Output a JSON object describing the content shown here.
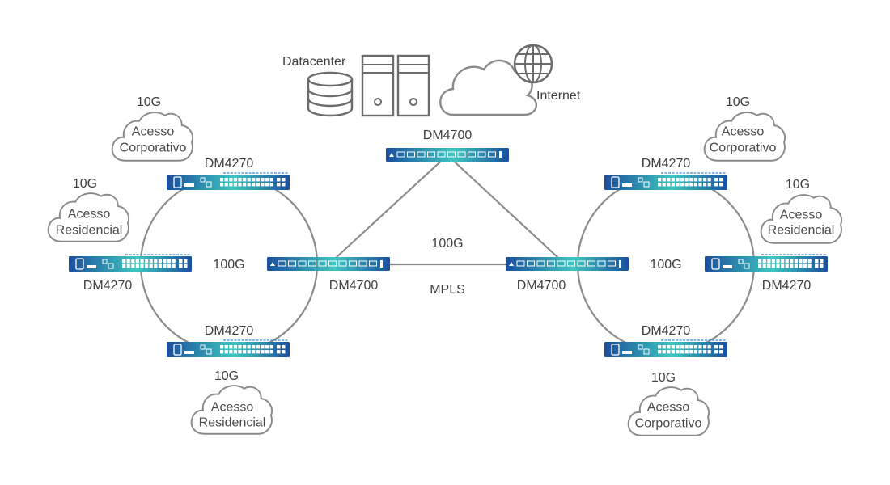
{
  "labels": {
    "datacenter": "Datacenter",
    "internet": "Internet",
    "core_top": "DM4700",
    "core_left": "DM4700",
    "core_right": "DM4700",
    "core_link_speed": "100G",
    "core_link_proto": "MPLS",
    "ring_left_speed": "100G",
    "ring_right_speed": "100G",
    "left_top_switch": "DM4270",
    "left_mid_switch": "DM4270",
    "left_bot_switch": "DM4270",
    "right_top_switch": "DM4270",
    "right_mid_switch": "DM4270",
    "right_bot_switch": "DM4270"
  },
  "clouds": {
    "left_top": {
      "speed": "10G",
      "line1": "Acesso",
      "line2": "Corporativo"
    },
    "left_mid": {
      "speed": "10G",
      "line1": "Acesso",
      "line2": "Residencial"
    },
    "left_bot": {
      "speed": "10G",
      "line1": "Acesso",
      "line2": "Residencial"
    },
    "right_top": {
      "speed": "10G",
      "line1": "Acesso",
      "line2": "Corporativo"
    },
    "right_mid": {
      "speed": "10G",
      "line1": "Acesso",
      "line2": "Residencial"
    },
    "right_bot": {
      "speed": "10G",
      "line1": "Acesso",
      "line2": "Corporativo"
    }
  },
  "icons": {
    "datacenter": "database-icon",
    "servers": "server-tower-icon",
    "internet": "cloud-globe-icon",
    "switch": "network-switch-icon"
  },
  "colors": {
    "switch_dark": "#1b4f9c",
    "switch_light": "#3ec6c0",
    "line": "#8c8c8c",
    "icon": "#6b6b6b"
  }
}
